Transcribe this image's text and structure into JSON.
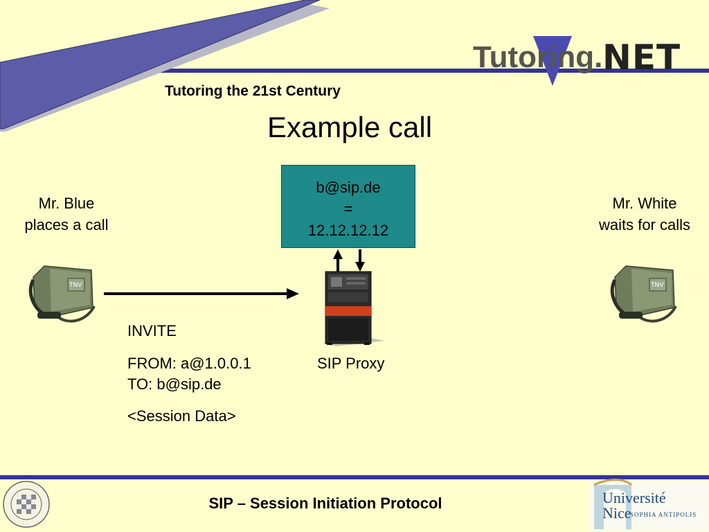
{
  "header": {
    "subtitle": "Tutoring the 21st Century",
    "logo_text": "Tutoring.",
    "logo_net": "NET"
  },
  "slide": {
    "title": "Example call"
  },
  "caller": {
    "label_line1": "Mr. Blue",
    "label_line2": "places a call",
    "icon": "field-telephone-icon"
  },
  "callee": {
    "label_line1": "Mr. White",
    "label_line2": "waits for calls",
    "icon": "field-telephone-icon"
  },
  "registry_box": {
    "line1": "b@sip.de",
    "line2": "=",
    "line3": "12.12.12.12",
    "color": "#1e8a8a"
  },
  "proxy": {
    "label": "SIP Proxy",
    "icon": "server-tower-icon"
  },
  "message": {
    "method": "INVITE",
    "from": "FROM: a@1.0.0.1",
    "to": "TO: b@sip.de",
    "body": "<Session Data>"
  },
  "footer": {
    "text": "SIP – Session Initiation Protocol",
    "left_logo": "university-seal-icon",
    "right_logo_line1": "Université",
    "right_logo_line2": "Nice",
    "right_logo_sub": "SOPHIA ANTIPOLIS"
  },
  "colors": {
    "background": "#ffffcc",
    "accent_bar": "#333399",
    "banner": "#5c5ca8"
  }
}
